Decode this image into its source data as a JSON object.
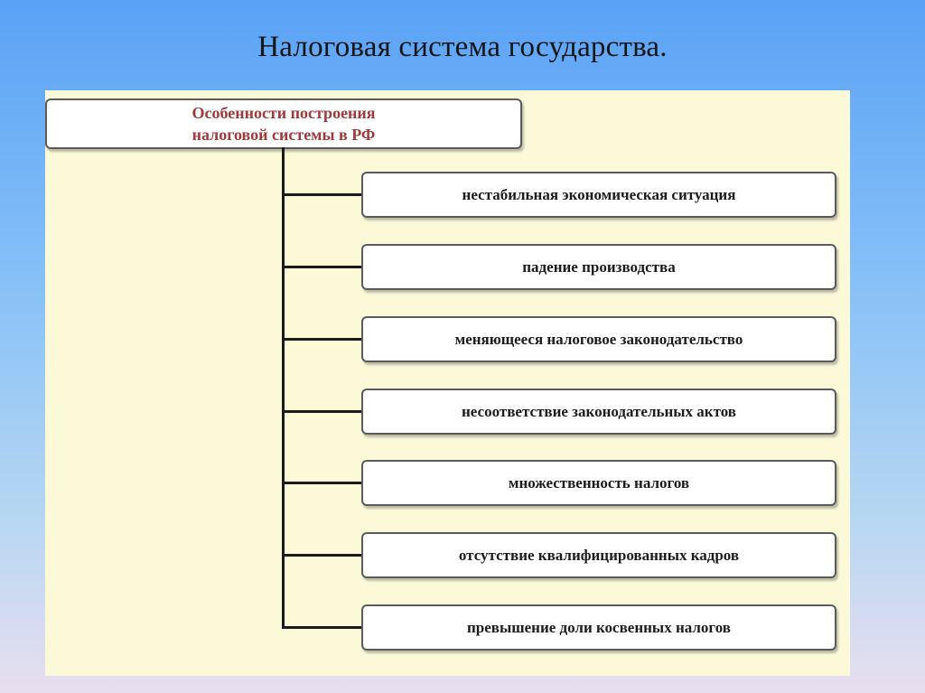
{
  "slide": {
    "title": "Налоговая система государства."
  },
  "diagram": {
    "root": {
      "line1": "Особенности построения",
      "line2": "налоговой системы в РФ",
      "text_color": "#a3383a"
    },
    "items": [
      "нестабильная экономическая ситуация",
      "падение производства",
      "меняющееся налоговое законодательство",
      "несоответствие законодательных актов",
      "множественность налогов",
      "отсутствие квалифицированных кадров",
      "превышение доли косвенных налогов"
    ]
  }
}
